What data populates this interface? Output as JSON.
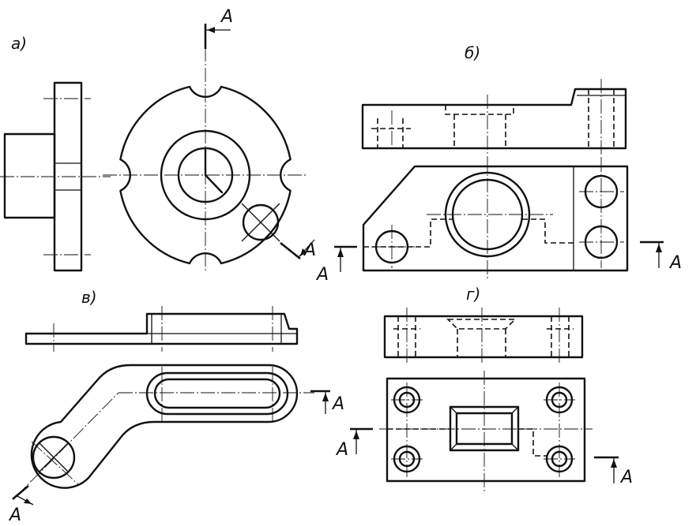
{
  "sheet": {
    "variants": {
      "a": "а)",
      "b": "б)",
      "v": "в)",
      "g": "г)"
    },
    "section_letter": "A",
    "line_color": "#111111",
    "background": "#ffffff"
  }
}
